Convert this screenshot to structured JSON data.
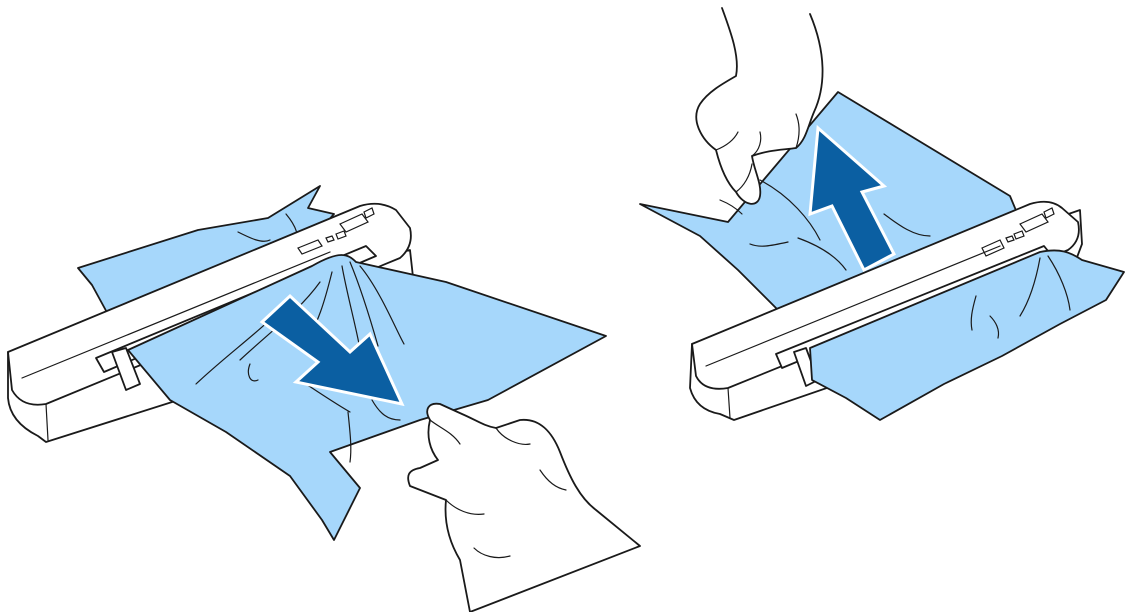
{
  "colors": {
    "paper": "#a6d7fb",
    "arrow": "#0b5fa2",
    "scanner_body": "#ffffff",
    "outline": "#1a1a1a",
    "background": "#ffffff"
  },
  "panels": [
    {
      "icon": "scanner-icon",
      "action": "pull-paper-out",
      "arrow_direction": "down-right"
    },
    {
      "icon": "scanner-icon",
      "action": "pull-paper-out",
      "arrow_direction": "up"
    }
  ]
}
